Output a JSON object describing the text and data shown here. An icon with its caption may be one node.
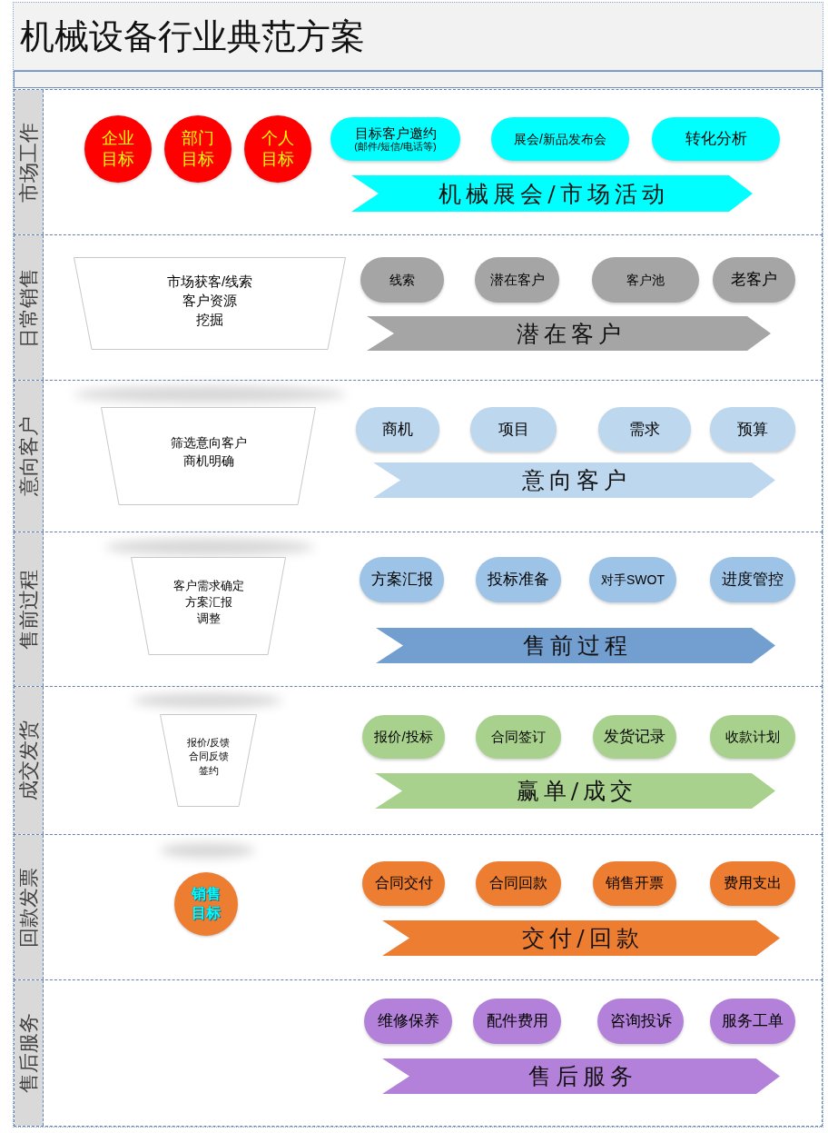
{
  "diagram": {
    "title": "机械设备行业典范方案",
    "nodes": [
      {
        "text": [
          "市场工作"
        ]
      },
      {
        "text": [
          "企业目标"
        ],
        "in": 0
      },
      {
        "text": [
          "部门目标"
        ],
        "in": 0
      },
      {
        "text": [
          "个人目标"
        ],
        "in": 0
      },
      {
        "text": [
          "目标客户邀约",
          "(邮件/短信/电话等)"
        ],
        "in": 0
      },
      {
        "text": [
          "展会/新品发布会"
        ],
        "in": 0
      },
      {
        "text": [
          "转化分析"
        ],
        "in": 0
      },
      {
        "text": [
          "机械展会/市场活动"
        ],
        "in": 0
      },
      {
        "text": [
          "日常销售"
        ]
      },
      {
        "text": [
          "市场获客/线索",
          "客户资源",
          "挖掘"
        ],
        "in": 8
      },
      {
        "text": [
          "线索"
        ],
        "in": 8
      },
      {
        "text": [
          "潜在客户"
        ],
        "in": 8
      },
      {
        "text": [
          "客户池"
        ],
        "in": 8
      },
      {
        "text": [
          "老客户"
        ],
        "in": 8
      },
      {
        "text": [
          "潜在客户"
        ],
        "in": 8
      },
      {
        "text": [
          "意向客户"
        ]
      },
      {
        "text": [
          "筛选意向客户",
          "商机明确"
        ],
        "in": 15
      },
      {
        "text": [
          "商机"
        ],
        "in": 15
      },
      {
        "text": [
          "项目"
        ],
        "in": 15
      },
      {
        "text": [
          "需求"
        ],
        "in": 15
      },
      {
        "text": [
          "预算"
        ],
        "in": 15
      },
      {
        "text": [
          "意向客户"
        ],
        "in": 15
      },
      {
        "text": [
          "售前过程"
        ]
      },
      {
        "text": [
          "客户需求确定",
          "方案汇报",
          "调整"
        ],
        "in": 22
      },
      {
        "text": [
          "方案汇报"
        ],
        "in": 22
      },
      {
        "text": [
          "投标准备"
        ],
        "in": 22
      },
      {
        "text": [
          "对手SWOT"
        ],
        "in": 22
      },
      {
        "text": [
          "进度管控"
        ],
        "in": 22
      },
      {
        "text": [
          "售前过程"
        ],
        "in": 22
      },
      {
        "text": [
          "成交发货"
        ]
      },
      {
        "text": [
          "报价/反馈",
          "合同反馈",
          "签约"
        ],
        "in": 29
      },
      {
        "text": [
          "报价/投标"
        ],
        "in": 29
      },
      {
        "text": [
          "合同签订"
        ],
        "in": 29
      },
      {
        "text": [
          "发货记录"
        ],
        "in": 29
      },
      {
        "text": [
          "收款计划"
        ],
        "in": 29
      },
      {
        "text": [
          "赢单/成交"
        ],
        "in": 29
      },
      {
        "text": [
          "回款发票"
        ]
      },
      {
        "text": [
          "销售目标"
        ],
        "in": 36
      },
      {
        "text": [
          "合同交付"
        ],
        "in": 36
      },
      {
        "text": [
          "合同回款"
        ],
        "in": 36
      },
      {
        "text": [
          "销售开票"
        ],
        "in": 36
      },
      {
        "text": [
          "费用支出"
        ],
        "in": 36
      },
      {
        "text": [
          "交付/回款"
        ],
        "in": 36
      },
      {
        "text": [
          "售后服务"
        ]
      },
      {
        "text": [
          "维修保养"
        ],
        "in": 43
      },
      {
        "text": [
          "配件费用"
        ],
        "in": 43
      },
      {
        "text": [
          "咨询投诉"
        ],
        "in": 43
      },
      {
        "text": [
          "服务工单"
        ],
        "in": 43
      },
      {
        "text": [
          "售后服务"
        ],
        "in": 43
      }
    ]
  }
}
